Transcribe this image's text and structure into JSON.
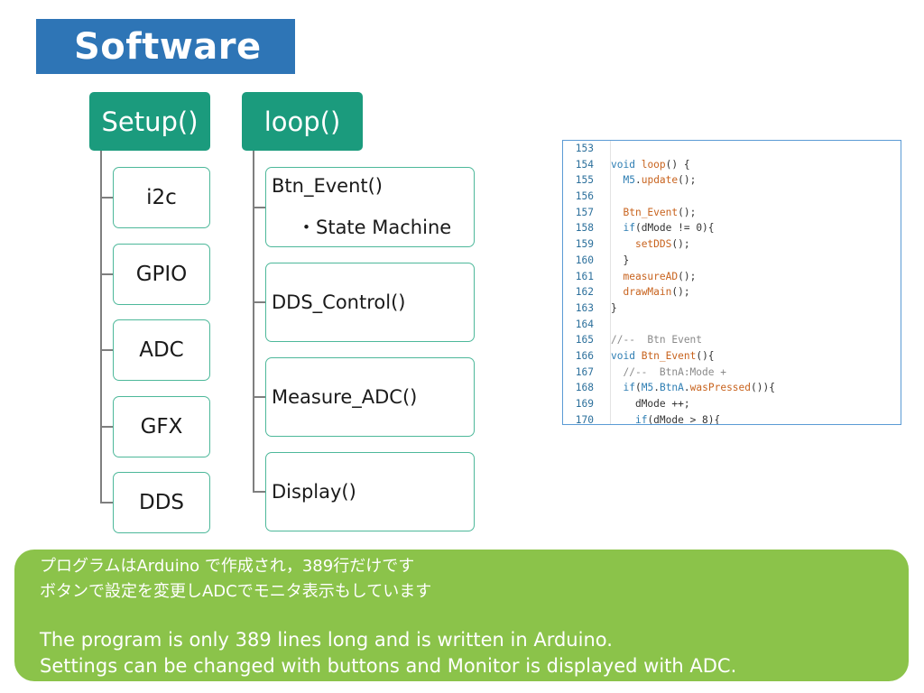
{
  "title": "Software",
  "setup": {
    "header": "Setup()",
    "items": [
      "i2c",
      "GPIO",
      "ADC",
      "GFX",
      "DDS"
    ]
  },
  "loop": {
    "header": "loop()",
    "items": [
      {
        "label": "Btn_Event()",
        "sub": "・State Machine"
      },
      {
        "label": "DDS_Control()"
      },
      {
        "label": "Measure_ADC()"
      },
      {
        "label": "Display()"
      }
    ]
  },
  "code": {
    "lines": [
      {
        "n": "153",
        "t": ""
      },
      {
        "n": "154",
        "t": "void loop() {"
      },
      {
        "n": "155",
        "t": "  M5.update();"
      },
      {
        "n": "156",
        "t": ""
      },
      {
        "n": "157",
        "t": "  Btn_Event();"
      },
      {
        "n": "158",
        "t": "  if(dMode != 0){"
      },
      {
        "n": "159",
        "t": "    setDDS();"
      },
      {
        "n": "160",
        "t": "  }"
      },
      {
        "n": "161",
        "t": "  measureAD();"
      },
      {
        "n": "162",
        "t": "  drawMain();"
      },
      {
        "n": "163",
        "t": "}"
      },
      {
        "n": "164",
        "t": ""
      },
      {
        "n": "165",
        "t": "//--  Btn Event"
      },
      {
        "n": "166",
        "t": "void Btn_Event(){"
      },
      {
        "n": "167",
        "t": "  //--  BtnA:Mode +"
      },
      {
        "n": "168",
        "t": "  if(M5.BtnA.wasPressed()){"
      },
      {
        "n": "169",
        "t": "    dMode ++;"
      },
      {
        "n": "170",
        "t": "    if(dMode > 8){"
      }
    ]
  },
  "note": {
    "jp1": "プログラムはArduino で作成され，389行だけです",
    "jp2": "ボタンで設定を変更しADCでモニタ表示もしています",
    "en1": "The program is only 389 lines long and is written in Arduino.",
    "en2": "Settings can be changed with buttons and Monitor is displayed with ADC."
  },
  "colors": {
    "banner": "#2e75b6",
    "header": "#1b9b7d",
    "box_border": "#4db89a",
    "note_bg": "#8bc34a"
  }
}
